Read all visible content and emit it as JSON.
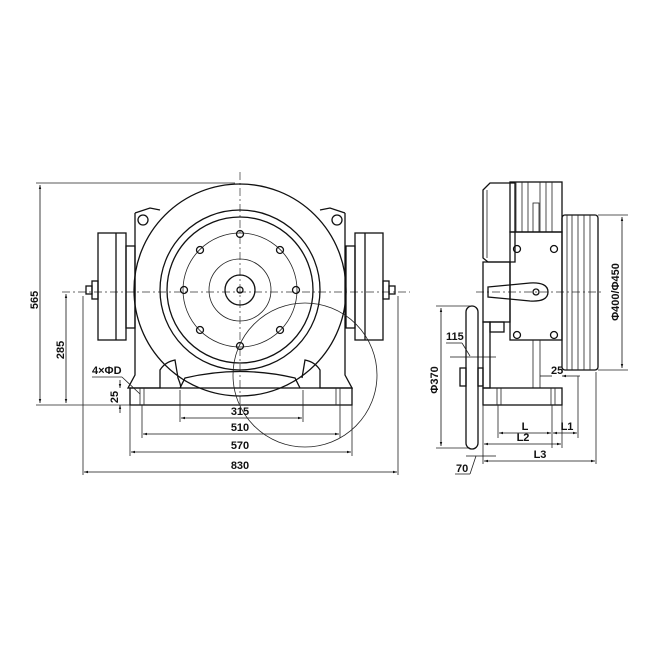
{
  "front_view": {
    "dims": {
      "height_total": "565",
      "center_height": "285",
      "holes": "4×ΦD",
      "base_thickness": "25",
      "w315": "315",
      "w510": "510",
      "w570": "570",
      "w830": "830"
    }
  },
  "side_view": {
    "dims": {
      "sheave_dia": "Φ400/Φ450",
      "handwheel_dia": "Φ370",
      "d115": "115",
      "d25": "25",
      "d70": "70",
      "L": "L",
      "L1": "L1",
      "L2": "L2",
      "L3": "L3"
    }
  }
}
